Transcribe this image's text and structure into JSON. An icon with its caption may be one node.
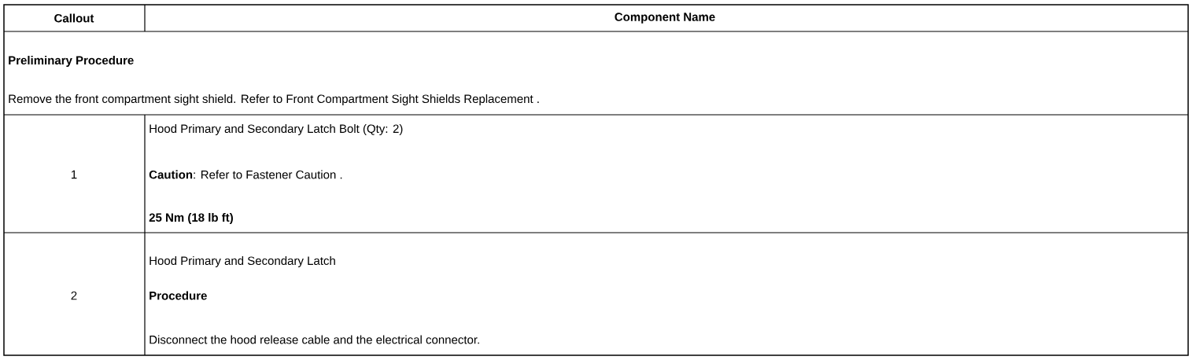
{
  "diagram": {
    "labels": [
      "Callout",
      "Component Name",
      "Preliminary Procedure",
      "Remove the front compartment sight shield. Refer to Front Compartment Sight Shields Replacement .",
      "1",
      "Hood Primary and Secondary Latch Bolt (Qty: 2)",
      "**Caution**: Refer to Fastener Caution .",
      "25 Nm (18 lb ft)",
      "2",
      "Hood Primary and Secondary Latch",
      "Procedure",
      "Disconnect the hood release cable and the electrical connector."
    ]
  }
}
